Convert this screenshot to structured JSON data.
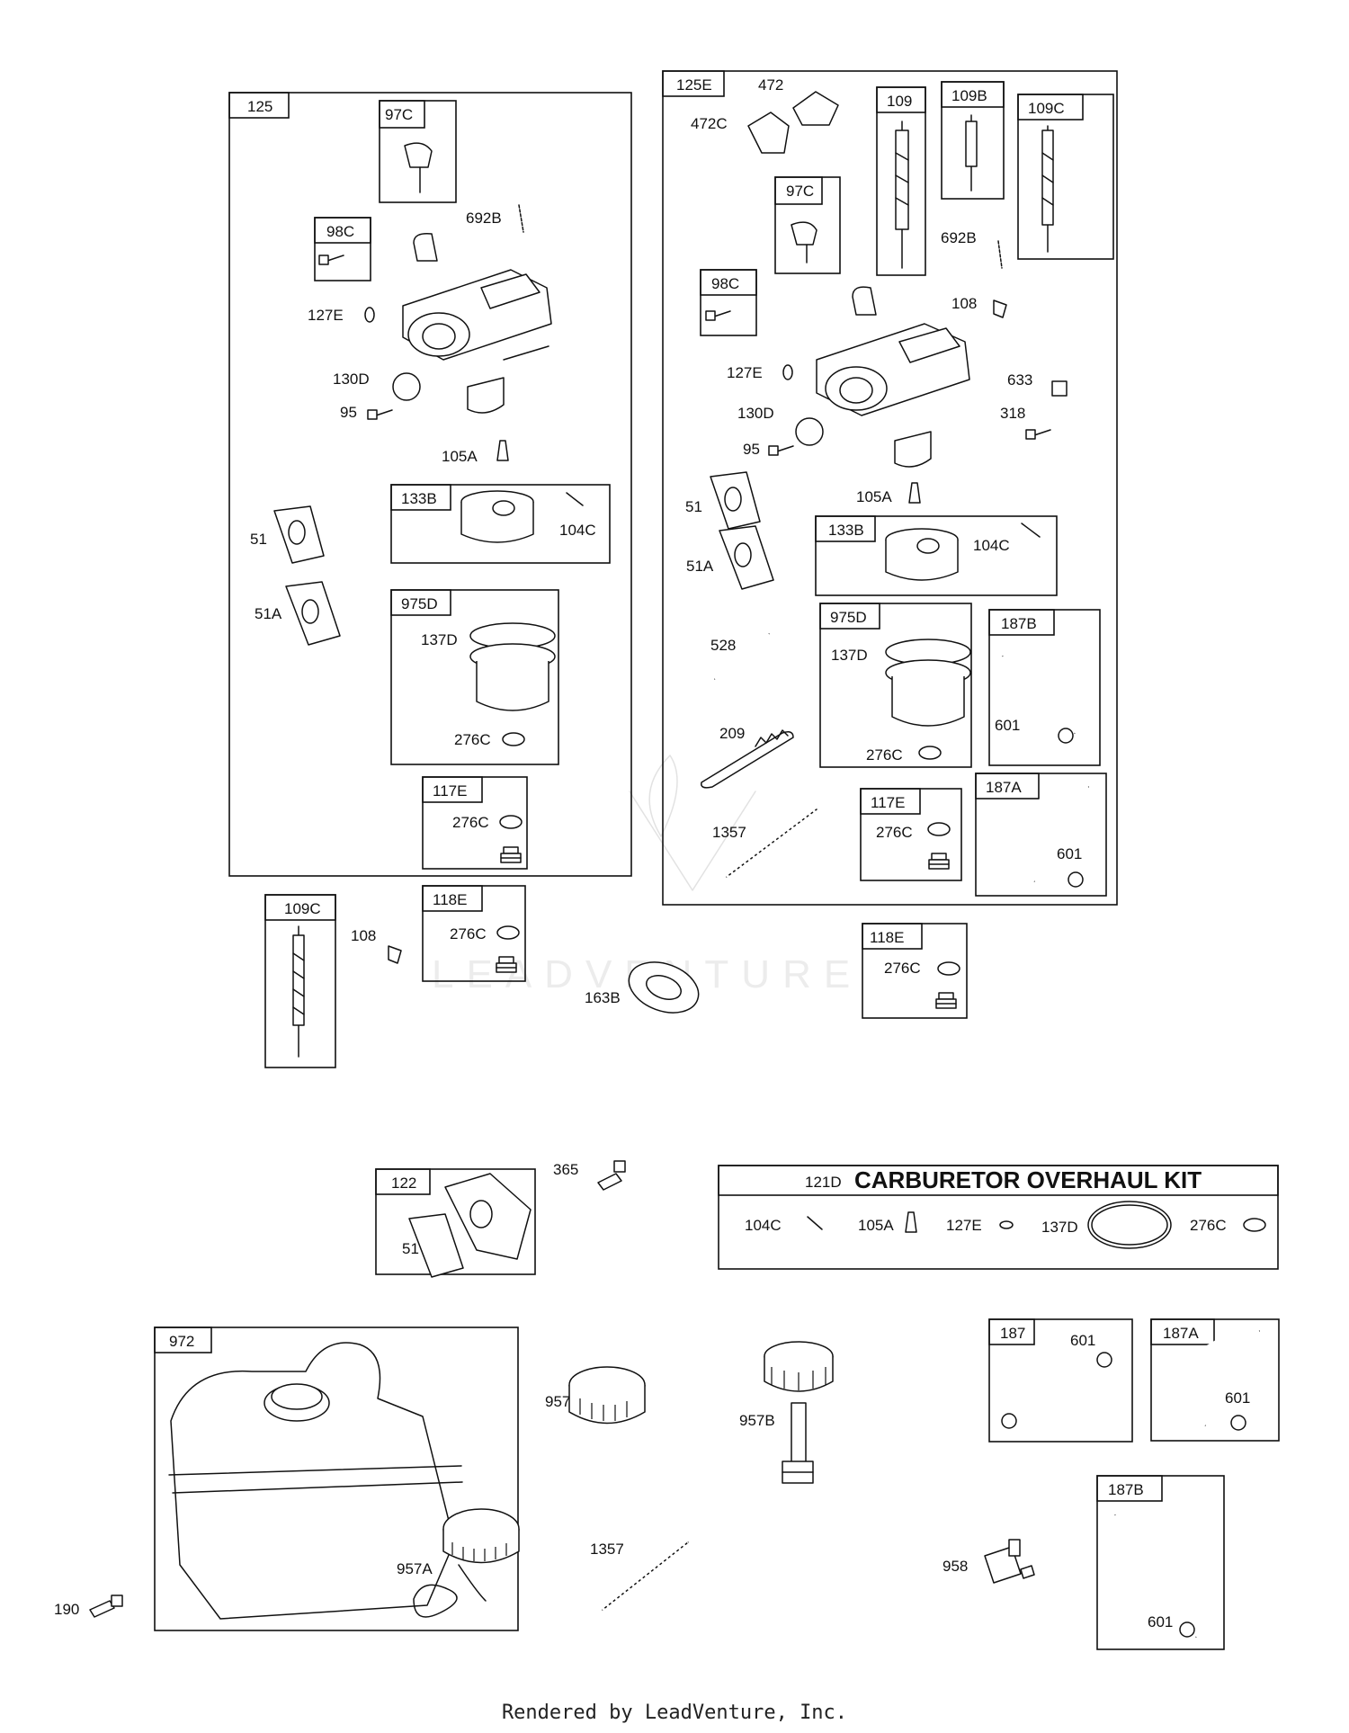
{
  "labels": {
    "g125": "125",
    "g125e": "125E",
    "b97c_1": "97C",
    "b98c_1": "98C",
    "p692b_1": "692B",
    "p127e_1": "127E",
    "p130d_1": "130D",
    "p95_1": "95",
    "p105a_1": "105A",
    "p51_1": "51",
    "p51a_1": "51A",
    "b133b_1": "133B",
    "p104c_1": "104C",
    "b975d_1": "975D",
    "p137d_1": "137D",
    "p276c_1": "276C",
    "b117e_1": "117E",
    "p276c_2": "276C",
    "b109c_out": "109C",
    "p108_out": "108",
    "b118e_1": "118E",
    "p276c_3": "276C",
    "p163b": "163B",
    "p472": "472",
    "p472c": "472C",
    "b109": "109",
    "b109b": "109B",
    "b109c_2": "109C",
    "b97c_2": "97C",
    "p692b_2": "692B",
    "b98c_2": "98C",
    "p108_2": "108",
    "p127e_2": "127E",
    "p633": "633",
    "p130d_2": "130D",
    "p318": "318",
    "p95_2": "95",
    "p105a_2": "105A",
    "p51_2": "51",
    "p51a_2": "51A",
    "b133b_2": "133B",
    "p104c_2": "104C",
    "p528": "528",
    "b975d_2": "975D",
    "p137d_2": "137D",
    "p276c_4": "276C",
    "b187b_1": "187B",
    "p601_1": "601",
    "p209": "209",
    "b117e_2": "117E",
    "p276c_5": "276C",
    "b187a_1": "187A",
    "p601_2": "601",
    "p1357_1": "1357",
    "b118e_2": "118E",
    "p276c_6": "276C",
    "b122": "122",
    "p51_3": "51",
    "p365": "365",
    "kit_num": "121D",
    "kit_title": "CARBURETOR OVERHAUL KIT",
    "kit_104c": "104C",
    "kit_105a": "105A",
    "kit_127e": "127E",
    "kit_137d": "137D",
    "kit_276c": "276C",
    "b972": "972",
    "p957a": "957A",
    "p190": "190",
    "p957": "957",
    "p957b": "957B",
    "p1357_2": "1357",
    "b187": "187",
    "p601_3": "601",
    "b187a_2": "187A",
    "p601_4": "601",
    "p958": "958",
    "b187b_2": "187B",
    "p601_5": "601"
  },
  "watermark": "LEADVENTURE",
  "footer": "Rendered by LeadVenture, Inc."
}
